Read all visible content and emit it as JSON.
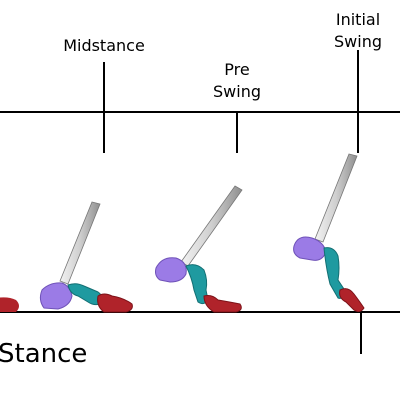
{
  "phases": {
    "midstance": "Midstance",
    "pre_swing_line1": "Pre",
    "pre_swing_line2": "Swing",
    "initial_swing_line1": "Initial",
    "initial_swing_line2": "Swing"
  },
  "stance_label": "Stance",
  "colors": {
    "background": "#ffffff",
    "line": "#000000",
    "foot": "#9b7be6",
    "shank_segment": "#1f9aa0",
    "toe": "#b0232a",
    "pylon": "#c9c9c9"
  }
}
